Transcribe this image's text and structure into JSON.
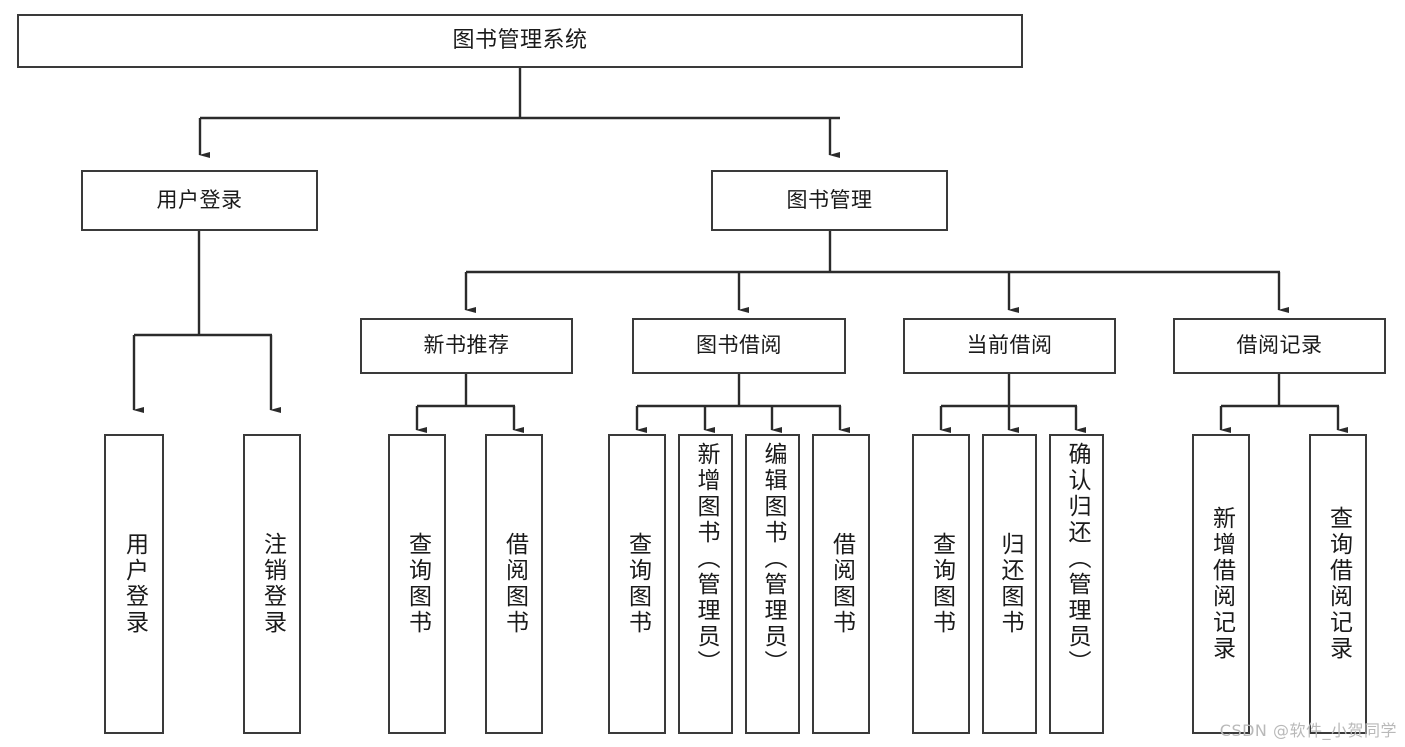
{
  "diagram": {
    "title": "图书管理系统",
    "type": "hierarchy-tree",
    "orientation": "top-down",
    "colors": {
      "box_border": "#3a3a3a",
      "box_fill": "#ffffff",
      "edge": "#2b2b2b",
      "text": "#1a1a1a",
      "watermark": "#b9b9b9"
    },
    "levels": [
      {
        "level": 1,
        "nodes": [
          {
            "id": "root",
            "label": "图书管理系统"
          }
        ]
      },
      {
        "level": 2,
        "nodes": [
          {
            "id": "login",
            "label": "用户登录",
            "parent": "root"
          },
          {
            "id": "bookmgr",
            "label": "图书管理",
            "parent": "root"
          }
        ]
      },
      {
        "level": 3,
        "nodes": [
          {
            "id": "newbook",
            "label": "新书推荐",
            "parent": "bookmgr"
          },
          {
            "id": "borrow",
            "label": "图书借阅",
            "parent": "bookmgr"
          },
          {
            "id": "current",
            "label": "当前借阅",
            "parent": "bookmgr"
          },
          {
            "id": "record",
            "label": "借阅记录",
            "parent": "bookmgr"
          }
        ]
      },
      {
        "level": 4,
        "nodes": [
          {
            "id": "leaf1",
            "label": "用户登录",
            "parent": "login"
          },
          {
            "id": "leaf2",
            "label": "注销登录",
            "parent": "login"
          },
          {
            "id": "leaf3",
            "label": "查询图书",
            "parent": "newbook"
          },
          {
            "id": "leaf4",
            "label": "借阅图书",
            "parent": "newbook"
          },
          {
            "id": "leaf5",
            "label": "查询图书",
            "parent": "borrow"
          },
          {
            "id": "leaf6",
            "label": "新增图书（管理员）",
            "parent": "borrow"
          },
          {
            "id": "leaf7",
            "label": "编辑图书（管理员）",
            "parent": "borrow"
          },
          {
            "id": "leaf8",
            "label": "借阅图书",
            "parent": "borrow"
          },
          {
            "id": "leaf9",
            "label": "查询图书",
            "parent": "current"
          },
          {
            "id": "leaf10",
            "label": "归还图书",
            "parent": "current"
          },
          {
            "id": "leaf11",
            "label": "确认归还（管理员）",
            "parent": "current"
          },
          {
            "id": "leaf12",
            "label": "新增借阅记录",
            "parent": "record"
          },
          {
            "id": "leaf13",
            "label": "查询借阅记录",
            "parent": "record"
          }
        ]
      }
    ]
  },
  "watermark": {
    "text": "CSDN @软件_小贺同学"
  }
}
